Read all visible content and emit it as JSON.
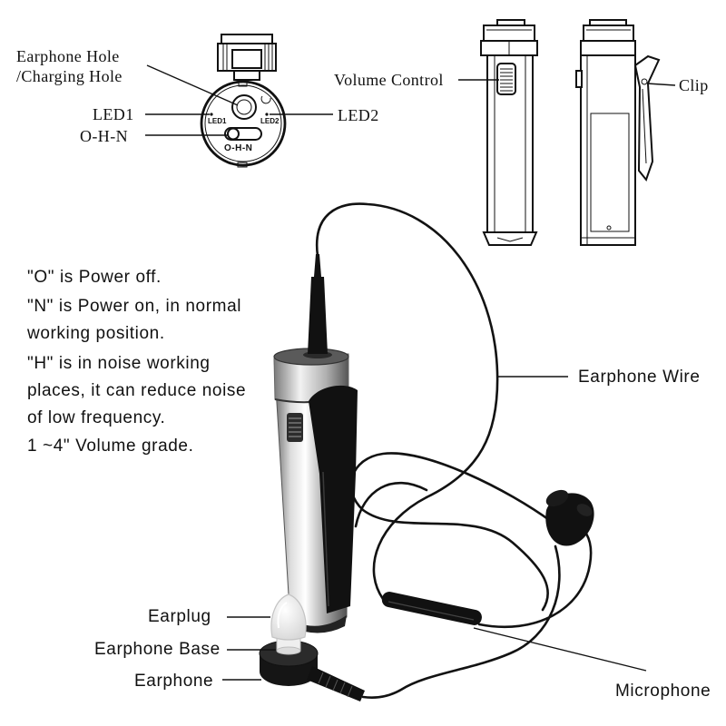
{
  "labels": {
    "earphone_hole": "Earphone Hole",
    "charging_hole": "/Charging Hole",
    "led1": "LED1",
    "ohn": "O-H-N",
    "led2": "LED2",
    "volume_control": "Volume Control",
    "clip": "Clip",
    "earphone_wire": "Earphone Wire",
    "earplug": "Earplug",
    "earphone_base": "Earphone Base",
    "earphone": "Earphone",
    "microphone": "Microphone"
  },
  "device_markings": {
    "led1": "LED1",
    "led2": "LED2",
    "ohn": "O-H-N"
  },
  "notes": [
    "\"O\" is Power off.",
    "\"N\" is Power on, in normal",
    "working position.",
    "\"H\" is in noise working",
    "places, it can reduce noise",
    "of low frequency.",
    "1 ~4\" Volume grade."
  ]
}
